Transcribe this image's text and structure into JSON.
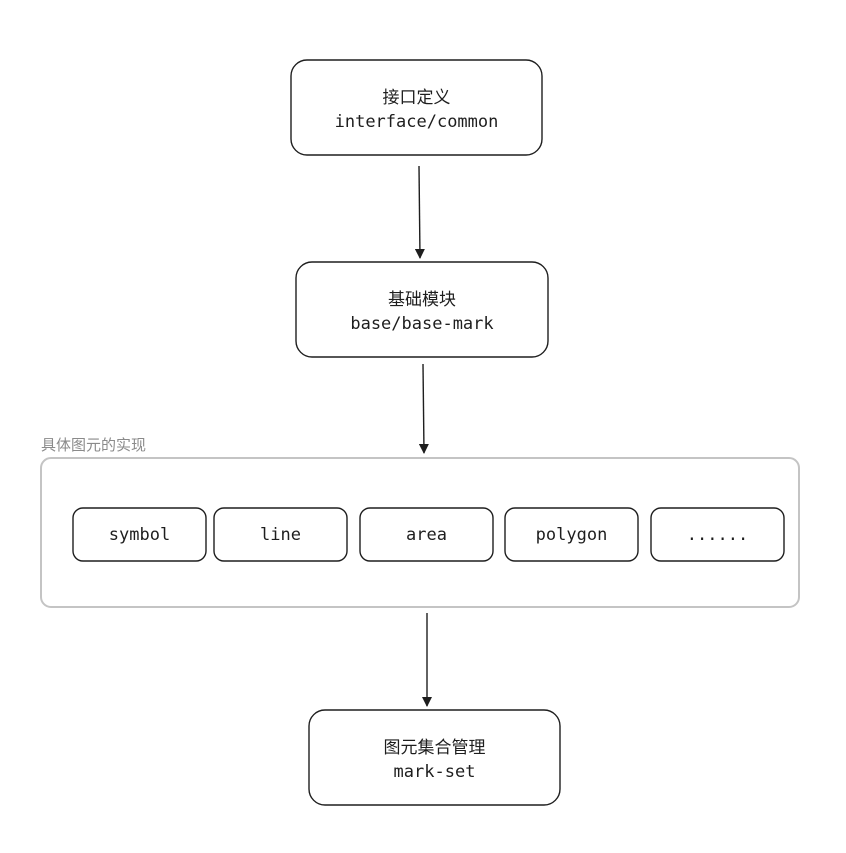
{
  "nodes": {
    "interface": {
      "title": "接口定义",
      "code": "interface/common"
    },
    "base": {
      "title": "基础模块",
      "code": "base/base-mark"
    },
    "markset": {
      "title": "图元集合管理",
      "code": "mark-set"
    }
  },
  "group": {
    "label": "具体图元的实现",
    "items": [
      "symbol",
      "line",
      "area",
      "polygon",
      "......"
    ]
  },
  "colors": {
    "stroke": "#1e1e1e",
    "group_border": "#c4c4c4",
    "group_label": "#8a8a8a"
  }
}
